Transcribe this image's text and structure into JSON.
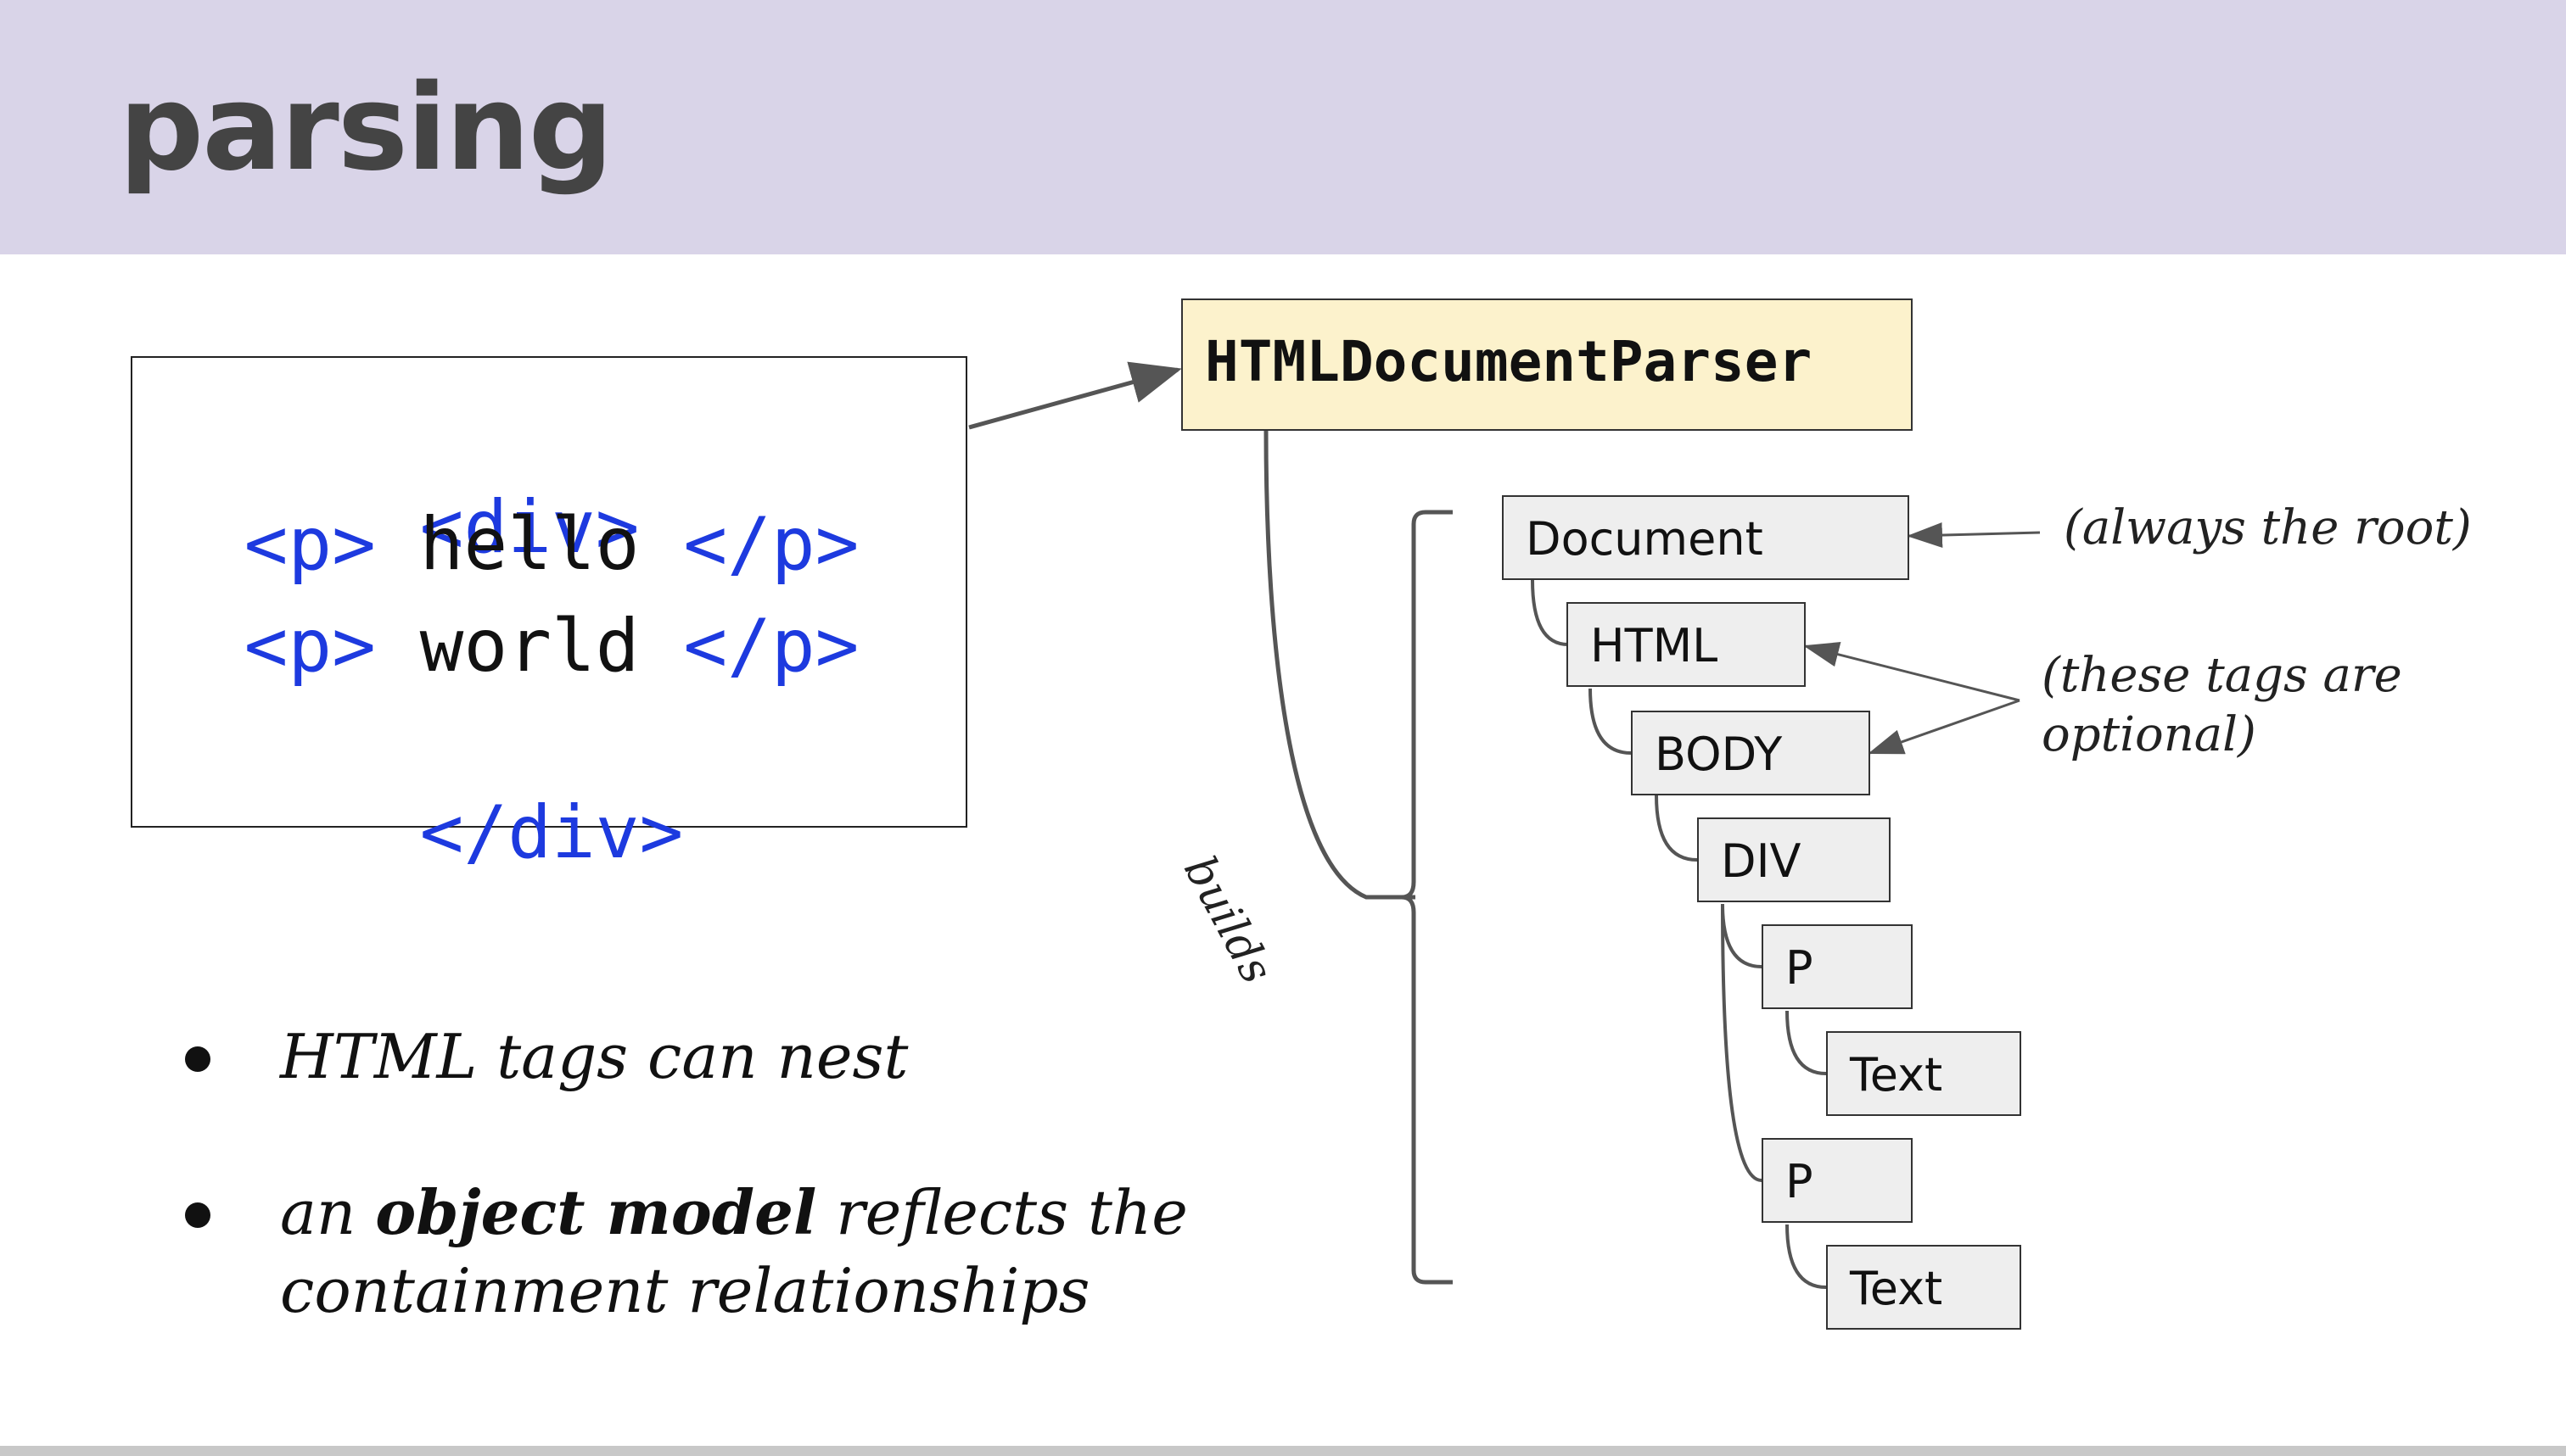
{
  "slide": {
    "title": "parsing",
    "code": {
      "line1": "<div>",
      "line2_open": "<p>",
      "line2_text": " hello ",
      "line2_close": "</p>",
      "line3_open": "<p>",
      "line3_text": " world ",
      "line3_close": "</p>",
      "line4": "</div>"
    },
    "parser_label": "HTMLDocumentParser",
    "builds_label": "builds",
    "tree": {
      "document": "Document",
      "html": "HTML",
      "body": "BODY",
      "div": "DIV",
      "p1": "P",
      "text1": "Text",
      "p2": "P",
      "text2": "Text"
    },
    "notes": {
      "root": "(always the root)",
      "optional_line1": "(these tags are",
      "optional_line2": "optional)"
    },
    "bullets": {
      "b1": "HTML tags can nest",
      "b2_pre": "an ",
      "b2_bold": "object model",
      "b2_post": " reflects the",
      "b2_line2": "containment relationships"
    },
    "colors": {
      "header_bg": "#d9d4e8",
      "code_tag": "#1d3adf",
      "parser_bg": "#fcf2cc",
      "node_bg": "#eeeeee"
    }
  }
}
